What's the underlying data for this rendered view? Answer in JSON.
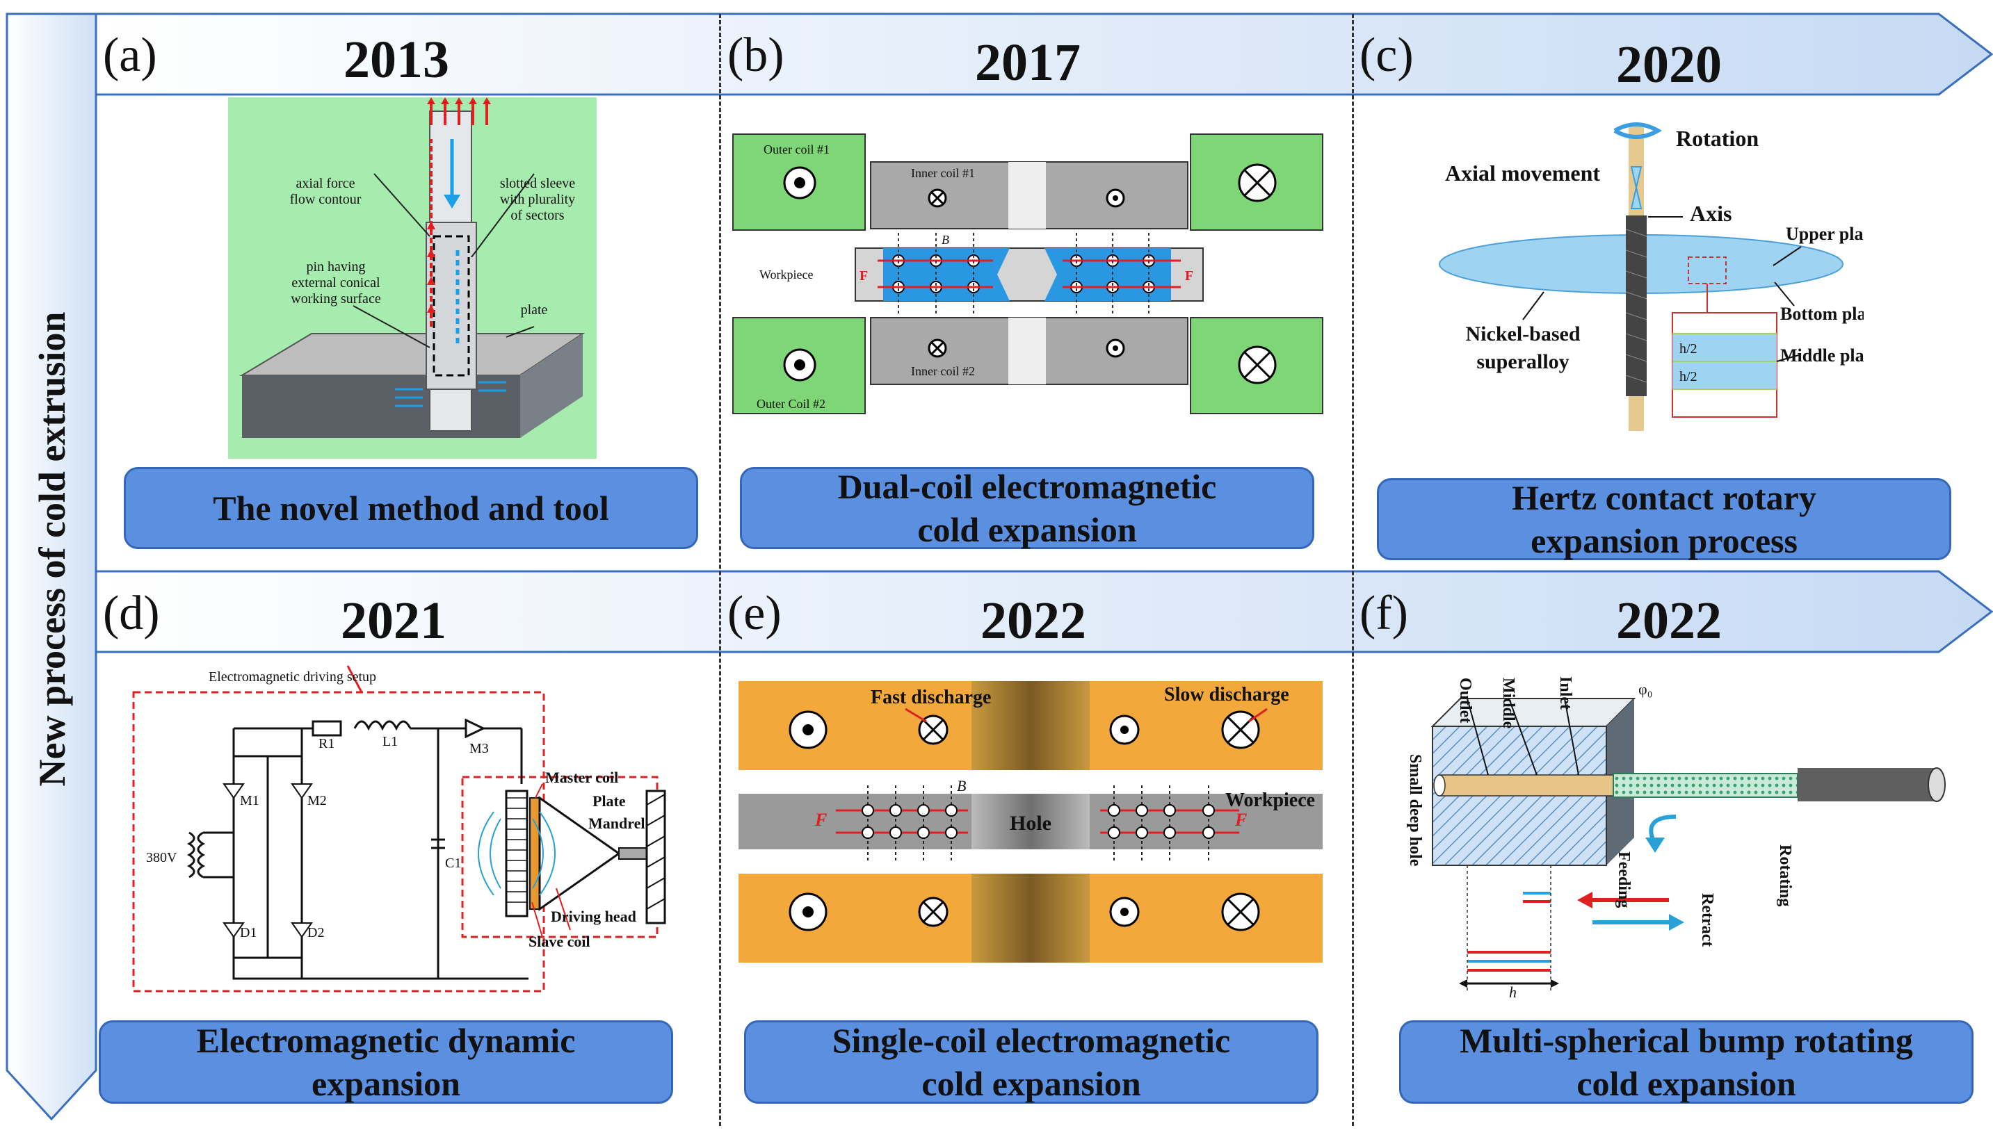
{
  "side_title": "New process of cold extrusion",
  "panels": [
    {
      "letter": "(a)",
      "year": "2013",
      "caption_lines": [
        "The novel method and tool"
      ]
    },
    {
      "letter": "(b)",
      "year": "2017",
      "caption_lines": [
        "Dual-coil electromagnetic",
        "cold expansion"
      ]
    },
    {
      "letter": "(c)",
      "year": "2020",
      "caption_lines": [
        "Hertz contact rotary",
        "expansion process"
      ]
    },
    {
      "letter": "(d)",
      "year": "2021",
      "caption_lines": [
        "Electromagnetic dynamic",
        "expansion"
      ]
    },
    {
      "letter": "(e)",
      "year": "2022",
      "caption_lines": [
        "Single-coil electromagnetic",
        "cold expansion"
      ]
    },
    {
      "letter": "(f)",
      "year": "2022",
      "caption_lines": [
        "Multi-spherical bump rotating",
        "cold expansion"
      ]
    }
  ],
  "diagram_a": {
    "labels": [
      "axial force",
      "flow contour",
      "slotted sleeve",
      "with plurality",
      "of sectors",
      "pin having",
      "external conical",
      "working surface",
      "plate"
    ]
  },
  "diagram_b": {
    "outer_coil_1": "Outer coil #1",
    "outer_coil_2": "Outer Coil #2",
    "inner_coil_1": "Inner coil #1",
    "inner_coil_2": "Inner coil #2",
    "workpiece": "Workpiece",
    "force": "F",
    "field": "B"
  },
  "diagram_c": {
    "rotation": "Rotation",
    "axial_movement": "Axial movement",
    "axis": "Axis",
    "upper_plane": "Upper plane",
    "bottom_plane": "Bottom plane",
    "middle_plane": "Middle plane",
    "material_1": "Nickel-based",
    "material_2": "superalloy",
    "half_h": "h/2"
  },
  "diagram_d": {
    "setup": "Electromagnetic driving setup",
    "r1": "R1",
    "l1": "L1",
    "m3": "M3",
    "m1": "M1",
    "m2": "M2",
    "d1": "D1",
    "d2": "D2",
    "c1": "C1",
    "voltage": "380V",
    "master_coil": "Master coil",
    "plate": "Plate",
    "mandrel": "Mandrel",
    "driving_head": "Driving  head",
    "slave_coil": "Slave coil"
  },
  "diagram_e": {
    "fast": "Fast discharge",
    "slow": "Slow discharge",
    "hole": "Hole",
    "workpiece": "Workpiece",
    "force": "F",
    "field": "B"
  },
  "diagram_f": {
    "outlet": "Outlet",
    "middle": "Middle",
    "inlet": "Inlet",
    "phi": "φ₀",
    "small_hole": "Small deep hole",
    "feeding": "Feeding",
    "rotating": "Rotating",
    "retract": "Retract",
    "h": "h"
  },
  "colors": {
    "caption_fill": "#5b8fe0",
    "band_fill": "#cfe0f5",
    "green": "#7fd676",
    "orange": "#f2a83a",
    "steel": "#9a9a9a"
  }
}
